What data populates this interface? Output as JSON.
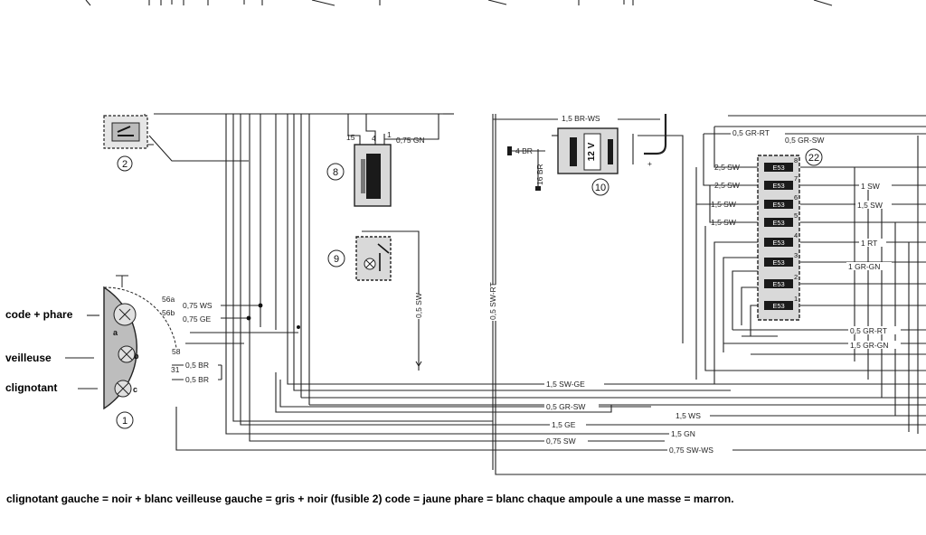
{
  "side_labels": {
    "code_phare": "code + phare",
    "veilleuse": "veilleuse",
    "clignotant": "clignotant"
  },
  "component_numbers": {
    "c1": "1",
    "c2": "2",
    "c8": "8",
    "c9": "9",
    "c10": "10",
    "c22": "22"
  },
  "wire_labels": {
    "br_ws_top": "1,5 BR-WS",
    "gr_rt_top": "0,5 GR-RT",
    "gr_sw_top": "0,5 GR-SW",
    "gn_075": "0,75 GN",
    "br_4": "4 BR",
    "br_16": "16 BR",
    "sw_25_a": "2,5 SW",
    "sw_25_b": "2,5 SW",
    "sw_15_a": "1,5 SW",
    "sw_15_b": "1,5 SW",
    "sw_1_right": "1 SW",
    "sw_15_right": "1,5 SW",
    "rt_1": "1 RT",
    "gr_gn_1": "1 GR-GN",
    "gr_rt_right": "0,5 GR-RT",
    "gr_gn_right": "1,5 GR-GN",
    "sw_05_vert": "0,5 SW",
    "sw_rt_vert": "0,5 SW-RT",
    "ws_075": "0,75 WS",
    "ge_075": "0,75 GE",
    "br_05_a": "0,5 BR",
    "br_05_b": "0,5 BR",
    "sw_ge_bottom": "1,5 SW-GE",
    "gr_sw_bottom": "0,5 GR-SW",
    "ge_15": "1,5 GE",
    "ws_15": "1,5 WS",
    "gn_15": "1,5 GN",
    "sw_075": "0,75 SW",
    "sw_ws_075": "0,75 SW-WS"
  },
  "terminal_labels": {
    "t56a": "56a",
    "t56b": "56b",
    "t58": "58",
    "t31": "31",
    "t15": "15",
    "t4": "4",
    "t1": "1",
    "plus": "+",
    "fuse1": "1",
    "fuse2": "2",
    "fuse3": "3",
    "fuse4": "4",
    "fuse5": "5",
    "fuse6": "6",
    "fuse7": "7",
    "fuse8": "8",
    "fuse_tag": "E53"
  },
  "battery_label": "12 V",
  "caption": "clignotant gauche = noir + blanc    veilleuse gauche = gris + noir (fusible 2)     code = jaune  phare = blanc   chaque ampoule a une masse = marron."
}
